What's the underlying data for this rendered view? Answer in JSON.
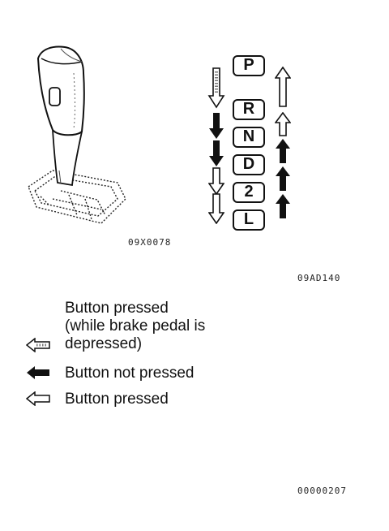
{
  "figure": {
    "left_code": "09X0078",
    "right_code": "09AD140",
    "bottom_code": "00000207"
  },
  "gears": [
    "P",
    "R",
    "N",
    "D",
    "2",
    "L"
  ],
  "legend": {
    "item1_lines": [
      "Button pressed",
      "(while brake pedal is",
      "depressed)"
    ],
    "item2": "Button not pressed",
    "item3": "Button pressed"
  },
  "icons": {
    "dotted_arrow": "dotted-outline-arrow-icon",
    "solid_arrow": "solid-black-arrow-icon",
    "outline_arrow": "outline-arrow-icon",
    "shift_lever": "shift-lever-illustration"
  }
}
